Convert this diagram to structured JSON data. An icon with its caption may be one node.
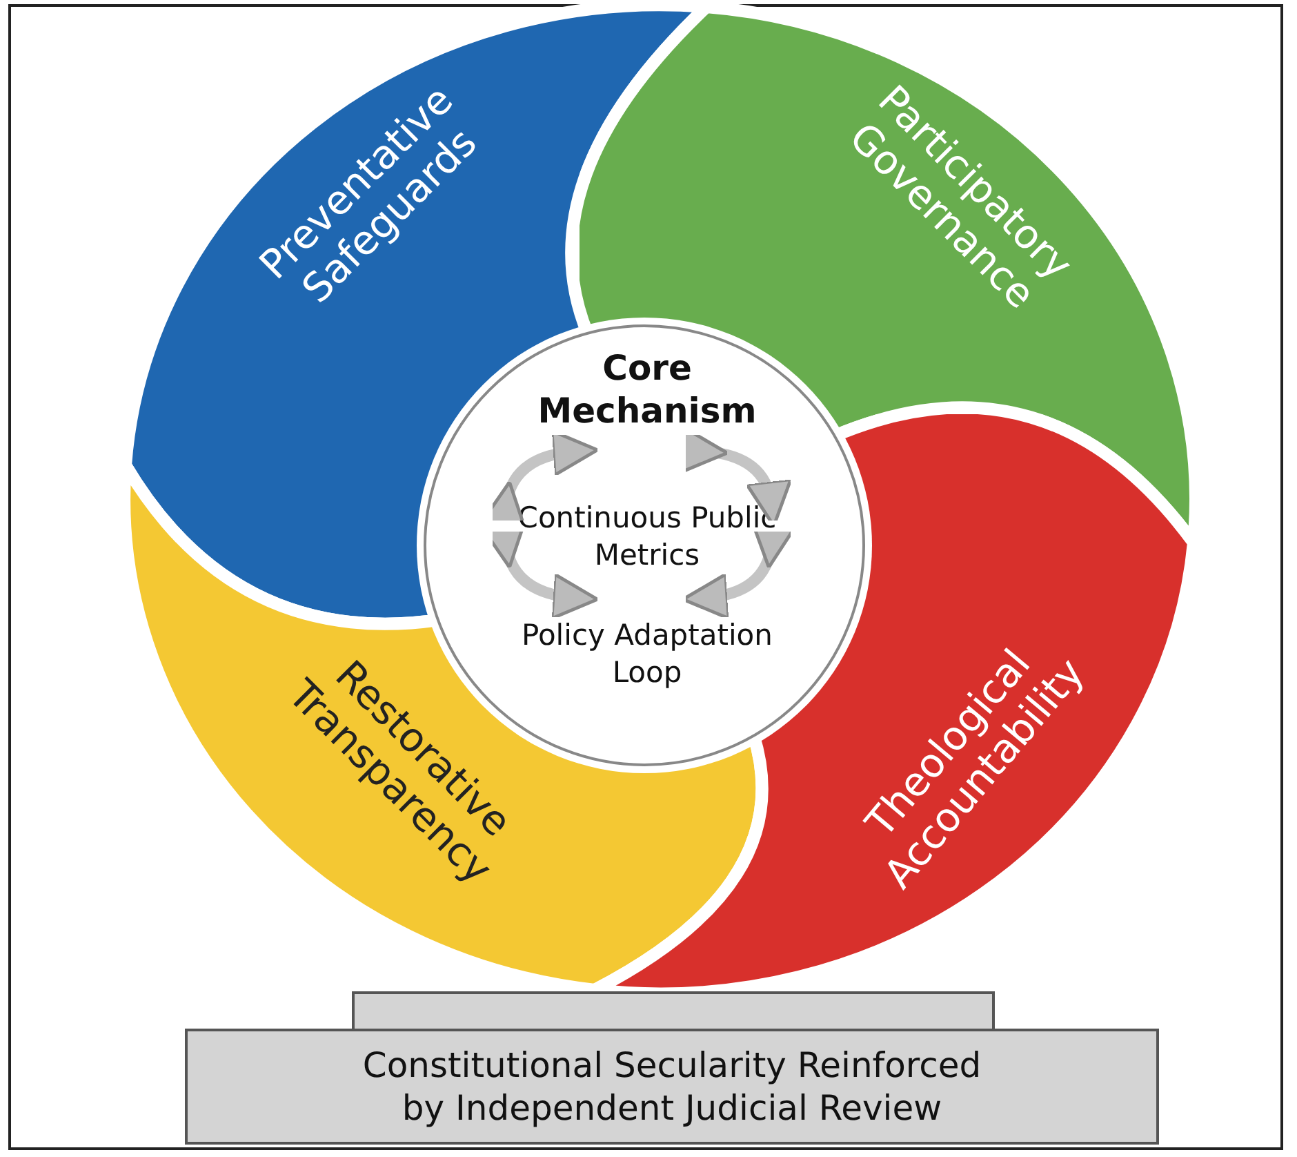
{
  "diagram": {
    "nodes": [
      {
        "text": [
          "Preventative Safeguards"
        ]
      },
      {
        "text": [
          "Participatory Governance"
        ]
      },
      {
        "text": [
          "Core Mechanism",
          "Continuous Public Metrics",
          "Policy Adaptation Loop"
        ]
      },
      {
        "text": [
          "Restorative Transparency"
        ]
      },
      {
        "text": [
          "Theological Accountability"
        ]
      },
      {
        "text": [],
        "shape": "box"
      },
      {
        "text": [
          "Constitutional Secularity Reinforced by Independent Judicial Review"
        ]
      }
    ],
    "edges": []
  }
}
